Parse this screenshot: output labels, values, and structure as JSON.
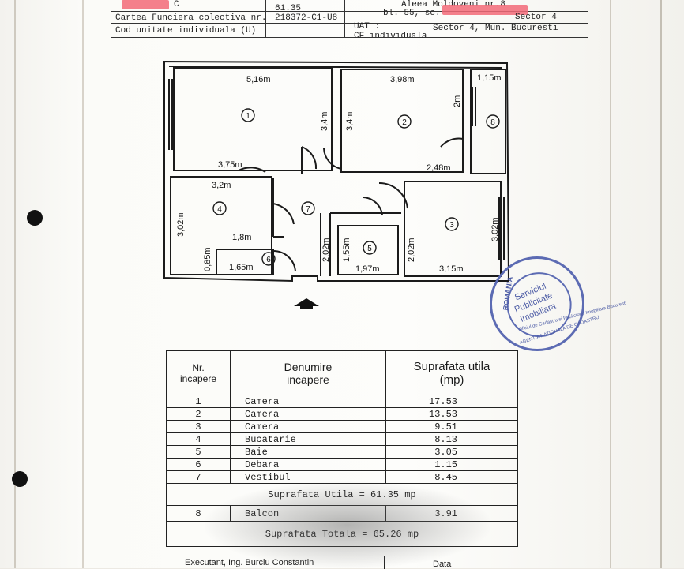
{
  "header": {
    "redacted_fragment": "C",
    "cartea_label": "Cartea Funciera colectiva nr.",
    "cartea_value": "218372-C1-U8",
    "cod_label": "Cod unitate individuala (U)",
    "area_top": "61.35",
    "address_line1": "Aleea Moldoveni nr.8",
    "address_bl": "bl. 55, sc.",
    "address_sector": "Sector 4",
    "uat_label": "UAT :",
    "uat_value": "Sector 4, Mun. Bucuresti",
    "cf_label": "CF individuala"
  },
  "plan": {
    "dims": {
      "r1_top": "5,16m",
      "r1_bottom": "3,75m",
      "r1_side": "3,4m",
      "r2_top": "3,98m",
      "r2_side": "3,4m",
      "r2_right": "2m",
      "r2_bottom": "2,48m",
      "r8_top": "1,15m",
      "r4_top": "3,2m",
      "r4_side": "3,02m",
      "r4_bottom": "1,8m",
      "r4_small": "0,85m",
      "r6_bottom": "1,65m",
      "r7_side": "2,02m",
      "r5_side": "1,55m",
      "r5_bottom": "1,97m",
      "r5_right": "2,02m",
      "r3_side": "3,02m",
      "r3_bottom": "3,15m"
    },
    "labels": [
      "1",
      "2",
      "3",
      "4",
      "5",
      "6",
      "7",
      "8"
    ]
  },
  "stamp": {
    "country": "ROMANIA",
    "line1": "Serviciul",
    "line2": "Publicitate",
    "line3": "Imobiliara",
    "ring": "Oficiul de Cadastru si Publicitate Imobiliara Bucuresti",
    "ring2": "AGENTIA NATIONALA DE CADASTRU"
  },
  "table": {
    "h_nr": "Nr.",
    "h_nr2": "incapere",
    "h_den": "Denumire",
    "h_den2": "incapere",
    "h_sup": "Suprafata utila",
    "h_sup2": "(mp)",
    "rows": [
      {
        "nr": "1",
        "name": "Camera",
        "area": "17.53"
      },
      {
        "nr": "2",
        "name": "Camera",
        "area": "13.53"
      },
      {
        "nr": "3",
        "name": "Camera",
        "area": "9.51"
      },
      {
        "nr": "4",
        "name": "Bucatarie",
        "area": "8.13"
      },
      {
        "nr": "5",
        "name": "Baie",
        "area": "3.05"
      },
      {
        "nr": "6",
        "name": "Debara",
        "area": "1.15"
      },
      {
        "nr": "7",
        "name": "Vestibul",
        "area": "8.45"
      }
    ],
    "util_total": "Suprafata Utila = 61.35 mp",
    "balcon": {
      "nr": "8",
      "name": "Balcon",
      "area": "3.91"
    },
    "total": "Suprafata Totala = 65.26 mp"
  },
  "footer": {
    "executant": "Executant, Ing. Burciu Constantin",
    "data": "Data"
  }
}
